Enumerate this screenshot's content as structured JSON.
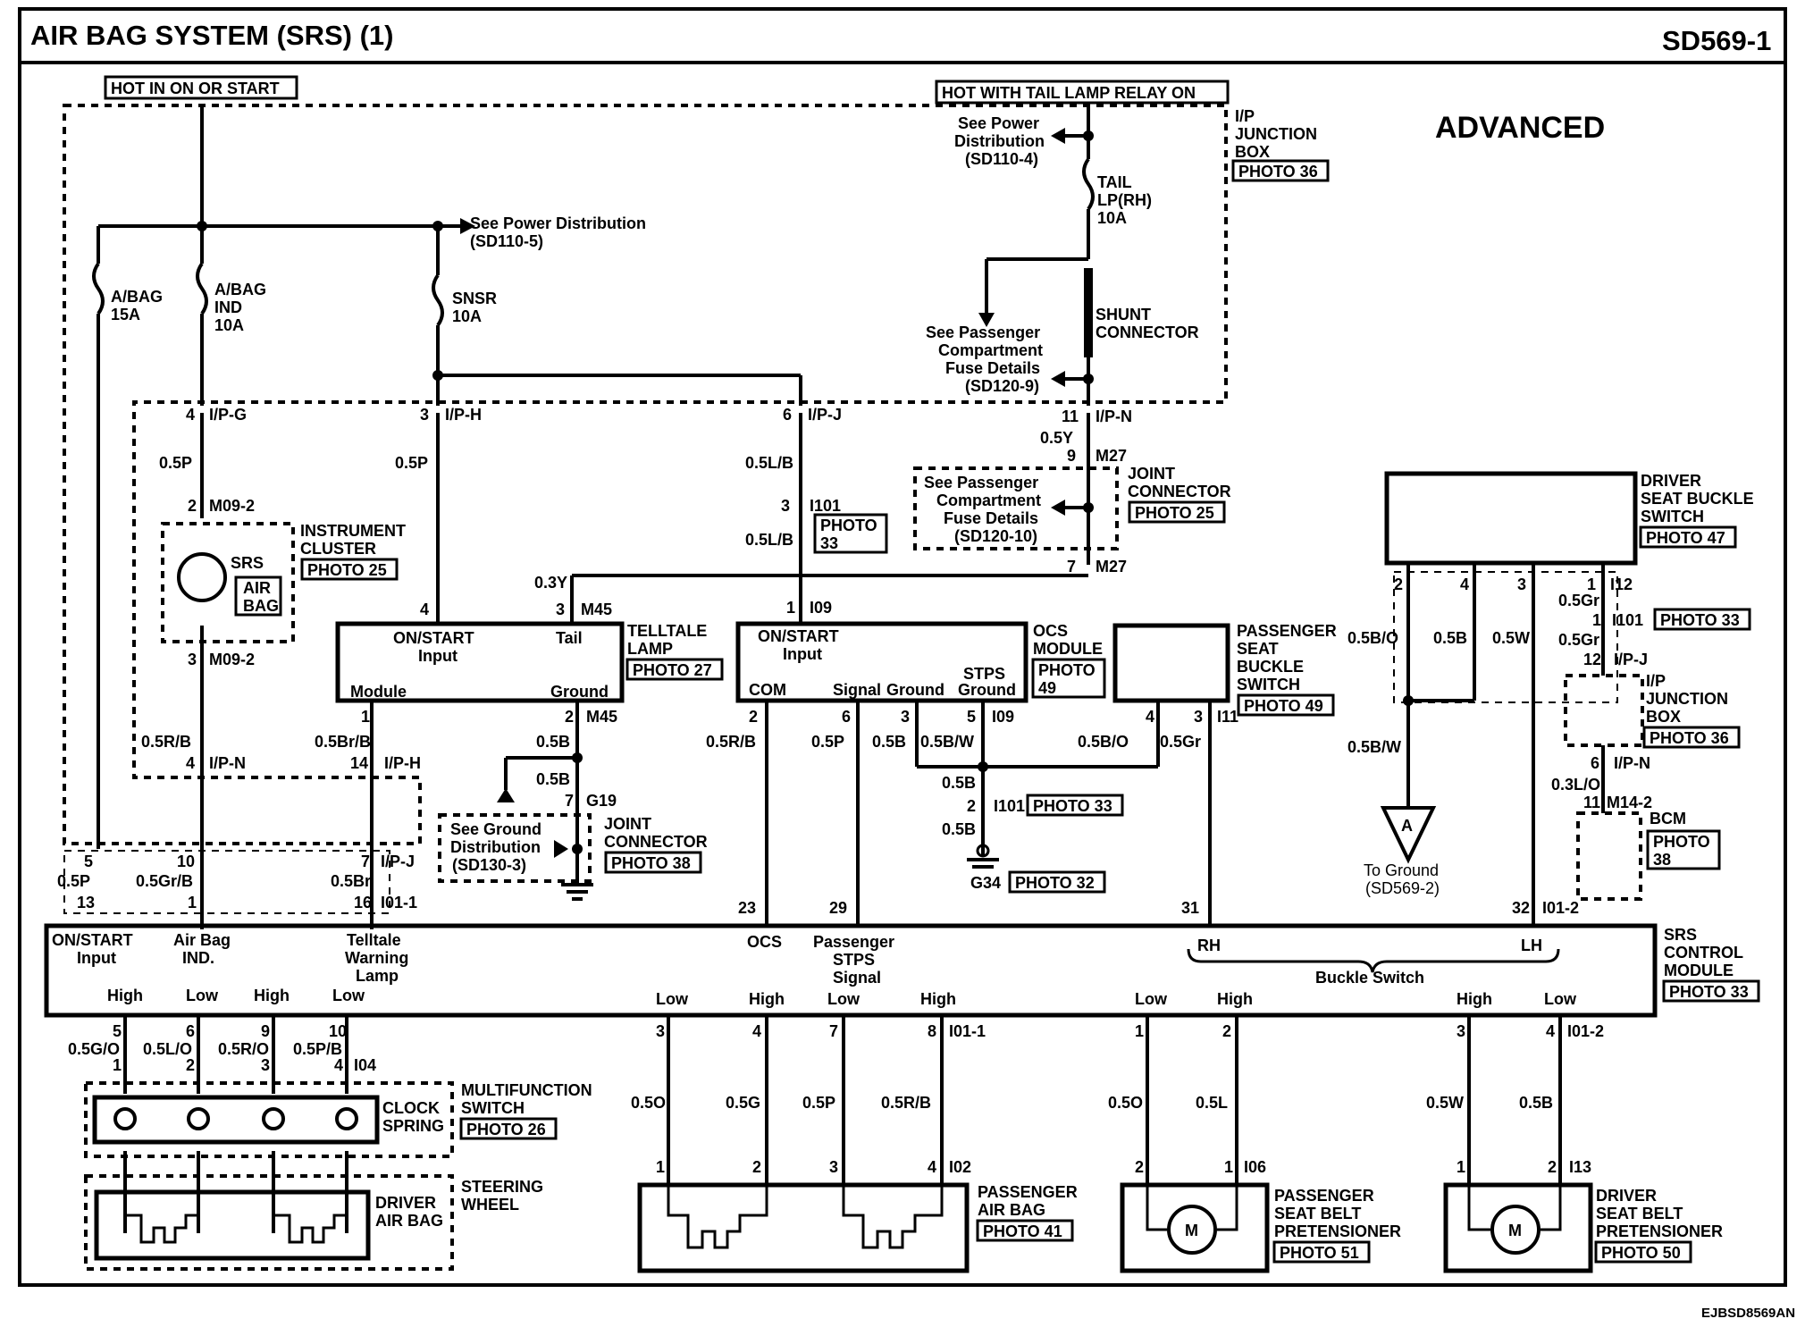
{
  "title": "AIR BAG SYSTEM (SRS) (1)",
  "page_code": "SD569-1",
  "variant": "ADVANCED",
  "footer_code": "EJBSD8569AN",
  "power_labels": {
    "hot_in_on_or_start": "HOT IN ON OR START",
    "hot_with_tail_lamp": "HOT WITH  TAIL LAMP RELAY ON"
  },
  "fuses": {
    "abag": [
      "A/BAG",
      "15A"
    ],
    "abag_ind": [
      "A/BAG",
      "IND",
      "10A"
    ],
    "snsr": [
      "SNSR",
      "10A"
    ],
    "tail": [
      "TAIL",
      "LP(RH)",
      "10A"
    ]
  },
  "references": {
    "power_dist_top": [
      "See Power",
      "Distribution",
      "(SD110-4)"
    ],
    "power_dist_left": [
      "See Power Distribution",
      "(SD110-5)"
    ],
    "pass_fuse_1": [
      "See Passenger",
      "Compartment",
      "Fuse Details",
      "(SD120-9)"
    ],
    "pass_fuse_2": [
      "See Passenger",
      "Compartment",
      "Fuse Details",
      "(SD120-10)"
    ],
    "ground_dist": [
      "See Ground",
      "Distribution",
      "(SD130-3)"
    ],
    "to_ground": [
      "To Ground",
      "(SD569-2)"
    ],
    "to_ground_letter": "A"
  },
  "components": {
    "ip_junction_box": [
      "I/P",
      "JUNCTION",
      "BOX"
    ],
    "shunt_connector": [
      "SHUNT",
      "CONNECTOR"
    ],
    "joint_connector": [
      "JOINT",
      "CONNECTOR"
    ],
    "instrument_cluster": [
      "INSTRUMENT",
      "CLUSTER"
    ],
    "srs_lamp": "SRS",
    "air_bag_lamp": [
      "AIR",
      "BAG"
    ],
    "telltale_lamp": [
      "TELLTALE",
      "LAMP"
    ],
    "ocs_module": [
      "OCS",
      "MODULE"
    ],
    "passenger_seat_buckle": [
      "PASSENGER",
      "SEAT",
      "BUCKLE",
      "SWITCH"
    ],
    "driver_seat_buckle": [
      "DRIVER",
      "SEAT BUCKLE",
      "SWITCH"
    ],
    "bcm": "BCM",
    "srs_control_module": [
      "SRS",
      "CONTROL",
      "MODULE"
    ],
    "multifunction_switch": [
      "MULTIFUNCTION",
      "SWITCH"
    ],
    "clock_spring": [
      "CLOCK",
      "SPRING"
    ],
    "steering_wheel": [
      "STEERING",
      "WHEEL"
    ],
    "driver_air_bag": [
      "DRIVER",
      "AIR BAG"
    ],
    "passenger_air_bag": [
      "PASSENGER",
      "AIR BAG"
    ],
    "passenger_pretensioner": [
      "PASSENGER",
      "SEAT BELT",
      "PRETENSIONER"
    ],
    "driver_pretensioner": [
      "DRIVER",
      "SEAT BELT",
      "PRETENSIONER"
    ],
    "motor_symbol": "M"
  },
  "photos": {
    "p36": "PHOTO 36",
    "p25": "PHOTO 25",
    "p47": "PHOTO 47",
    "p27": "PHOTO 27",
    "p49": "PHOTO 49",
    "p33": "PHOTO 33",
    "p38": "PHOTO 38",
    "p32": "PHOTO 32",
    "p26": "PHOTO 26",
    "p41": "PHOTO 41",
    "p51": "PHOTO 51",
    "p50": "PHOTO 50"
  },
  "photo_stacked": {
    "p33": [
      "PHOTO",
      "33"
    ],
    "p49": [
      "PHOTO",
      "49"
    ],
    "p38": [
      "PHOTO",
      "38"
    ]
  },
  "terminals": {
    "telltale_on_start": [
      "ON/START",
      "Input"
    ],
    "telltale_tail": "Tail",
    "telltale_module": "Module",
    "telltale_ground": "Ground",
    "ocs_on_start": [
      "ON/START",
      "Input"
    ],
    "ocs_com": "COM",
    "ocs_signal": "Signal",
    "ocs_ground": "Ground",
    "ocs_stps_ground": [
      "STPS",
      "Ground"
    ],
    "srs_on_start": [
      "ON/START",
      "Input"
    ],
    "srs_air_bag_ind": [
      "Air Bag",
      "IND."
    ],
    "srs_telltale": [
      "Telltale",
      "Warning",
      "Lamp"
    ],
    "srs_ocs": "OCS",
    "srs_pass_stps": [
      "Passenger",
      "STPS",
      "Signal"
    ],
    "srs_rh": "RH",
    "srs_lh": "LH",
    "srs_buckle": "Buckle Switch",
    "high": "High",
    "low": "Low"
  },
  "connectors": {
    "ipg": "I/P-G",
    "iph": "I/P-H",
    "ipj": "I/P-J",
    "ipn": "I/P-N",
    "m27": "M27",
    "m092": "M09-2",
    "m45": "M45",
    "i01": "I101",
    "i09": "I09",
    "i11": "I11",
    "i12": "I12",
    "g19": "G19",
    "g34": "G34",
    "m142": "M14-2",
    "i011": "I01-1",
    "i012": "I01-2",
    "i04": "I04",
    "i02": "I02",
    "i06": "I06",
    "i13": "I13"
  },
  "wires": {
    "p05": "0.5P",
    "lb05": "0.5L/B",
    "y05": "0.5Y",
    "y03": "0.3Y",
    "rb05": "0.5R/B",
    "brb05": "0.5Br/B",
    "b05": "0.5B",
    "bw05": "0.5B/W",
    "bo05": "0.5B/O",
    "gr05": "0.5Gr",
    "grb05": "0.5Gr/B",
    "br05": "0.5Br",
    "w05": "0.5W",
    "lo03": "0.3L/O",
    "go05": "0.5G/O",
    "lo05": "0.5L/O",
    "ro05": "0.5R/O",
    "pb05": "0.5P/B",
    "o05": "0.5O",
    "g05": "0.5G",
    "l05": "0.5L"
  },
  "pins": [
    "1",
    "2",
    "3",
    "4",
    "5",
    "6",
    "7",
    "8",
    "9",
    "10",
    "11",
    "12",
    "13",
    "14",
    "16",
    "23",
    "29",
    "31",
    "32"
  ]
}
